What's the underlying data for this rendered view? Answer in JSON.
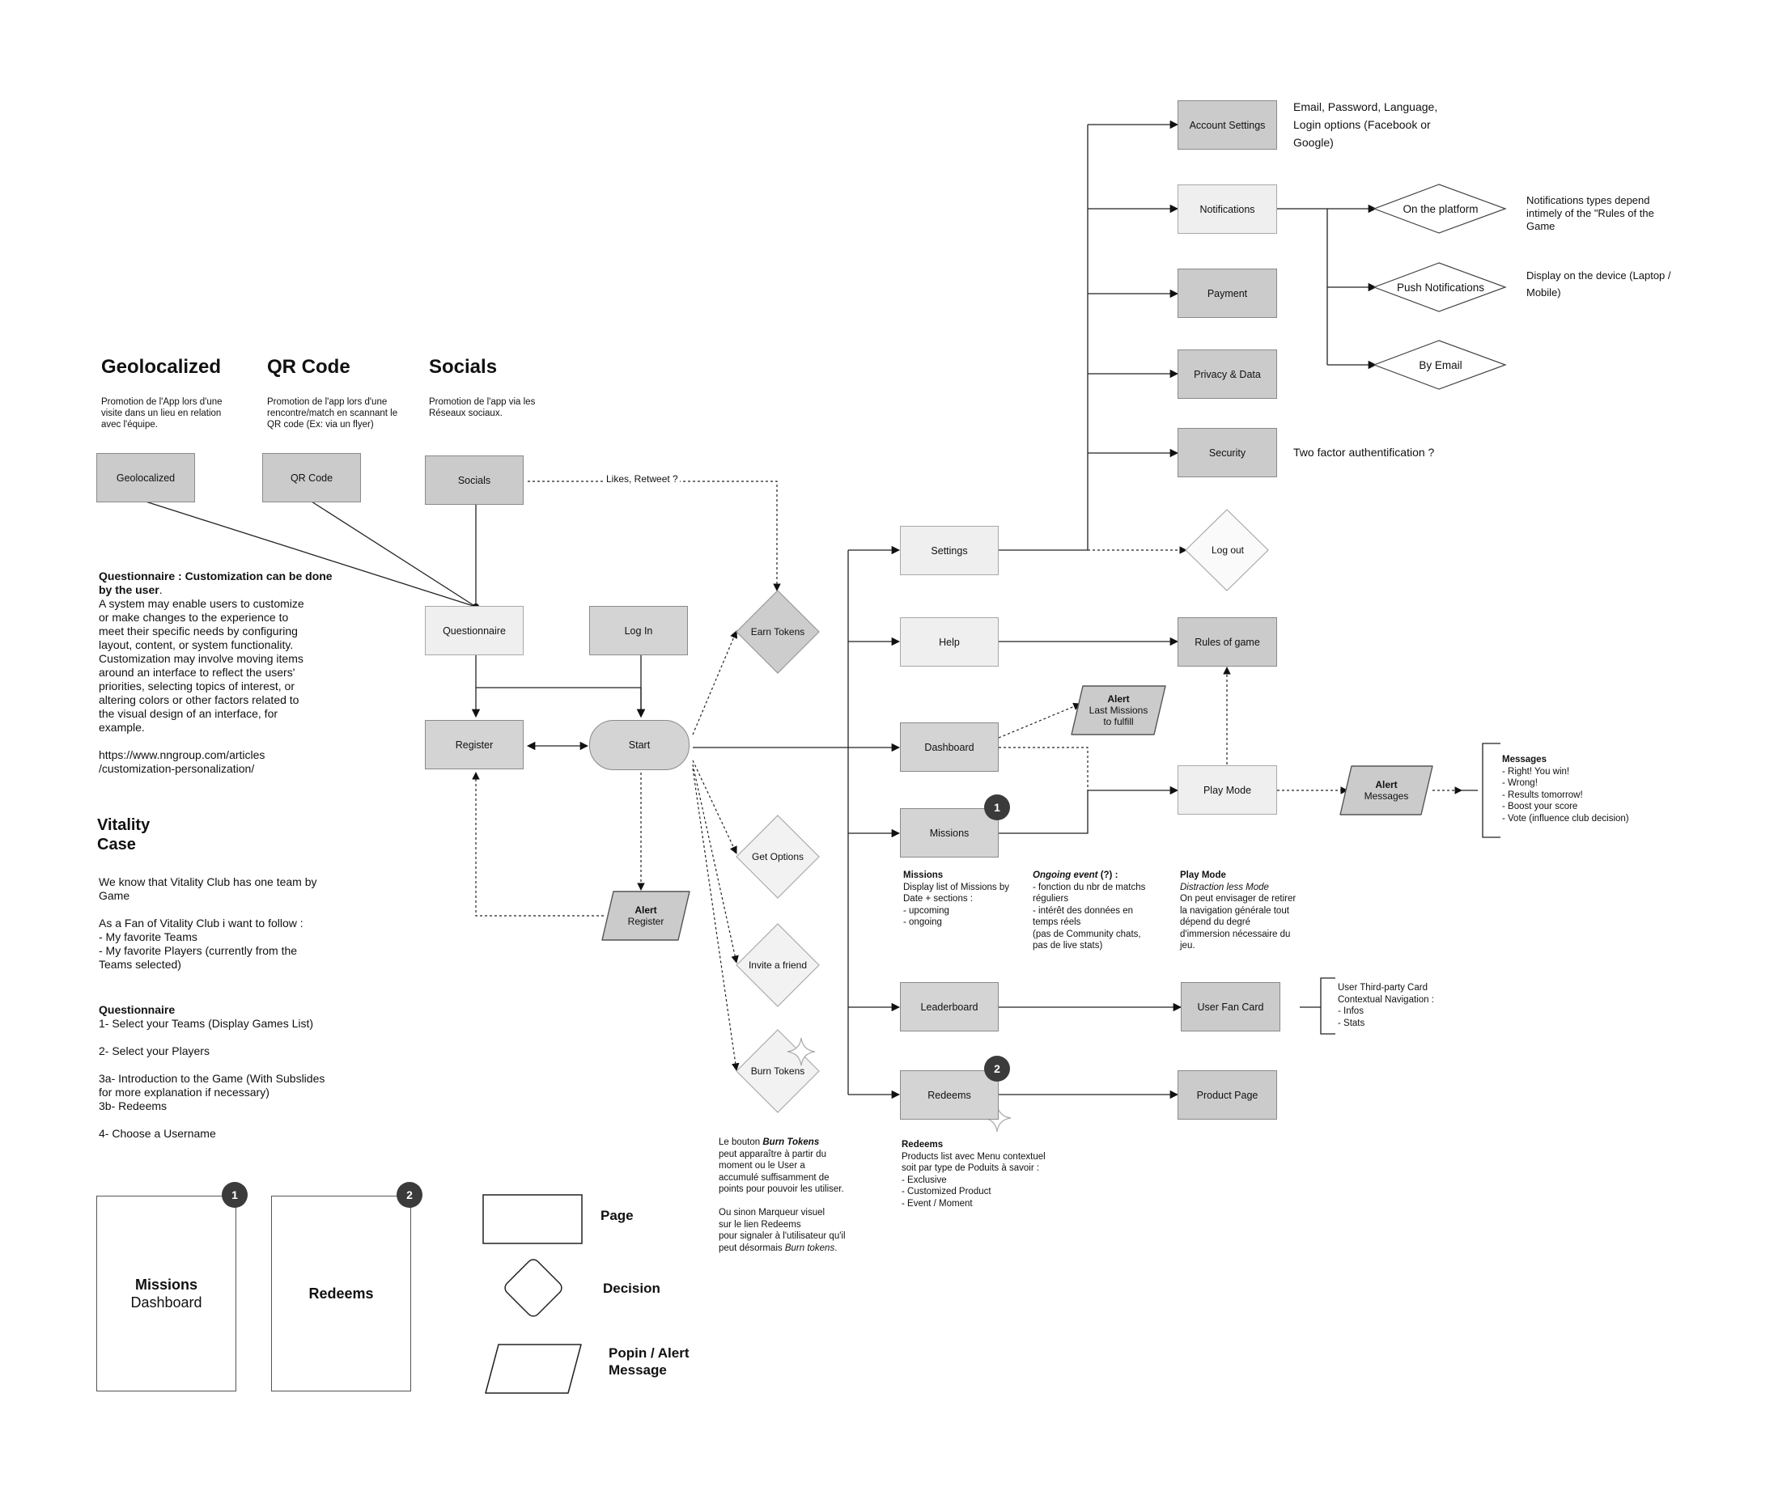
{
  "sources": {
    "geolocalized": {
      "heading": "Geolocalized",
      "description": "Promotion de l'App lors d'une visite dans un lieu en relation avec l'équipe.",
      "box": "Geolocalized"
    },
    "qrcode": {
      "heading": "QR Code",
      "description": "Promotion de l'app lors d'une rencontre/match en scannant le QR code (Ex: via un flyer)",
      "box": "QR Code"
    },
    "socials": {
      "heading": "Socials",
      "description": "Promotion de l'app via les Réseaux sociaux.",
      "box": "Socials"
    }
  },
  "edge_labels": {
    "likes_retweet": "Likes, Retweet ?"
  },
  "nodes": {
    "questionnaire": "Questionnaire",
    "login": "Log In",
    "register": "Register",
    "start": "Start",
    "alert_register": {
      "title": "Alert",
      "text": "Register"
    },
    "earn_tokens": "Earn Tokens",
    "get_options": "Get Options",
    "invite_friend": "Invite a friend",
    "burn_tokens": "Burn Tokens",
    "settings": "Settings",
    "help": "Help",
    "dashboard": "Dashboard",
    "missions": "Missions",
    "leaderboard": "Leaderboard",
    "redeems": "Redeems",
    "account_settings": "Account Settings",
    "notifications": "Notifications",
    "payment": "Payment",
    "privacy": "Privacy & Data",
    "security": "Security",
    "logout": "Log out",
    "rules": "Rules of game",
    "play_mode": "Play Mode",
    "user_fan_card": "User Fan Card",
    "product_page": "Product Page",
    "on_platform": "On the platform",
    "push_notifications": "Push Notifications",
    "by_email": "By Email",
    "alert_missions": {
      "title": "Alert",
      "text": "Last Missions\nto fulfill"
    },
    "alert_messages": {
      "title": "Alert",
      "text": "Messages"
    }
  },
  "badges": {
    "one": "1",
    "two": "2"
  },
  "notes": {
    "account": "Email, Password, Language,\nLogin options (Facebook or\nGoogle)",
    "notif_types": "Notifications types depend\nintimely of the \"Rules of the\nGame",
    "display_device": "Display on the device (Laptop /\nMobile)",
    "two_factor": "Two factor authentification ?",
    "messages_title": "Messages",
    "messages_list": "- Right! You win!\n- Wrong!\n- Results tomorrow!\n- Boost your score\n- Vote (influence club decision)",
    "missions_title": "Missions",
    "missions_text": "Display list of Missions by\nDate + sections :\n- upcoming\n- ongoing",
    "ongoing_title": "Ongoing event",
    "ongoing_suffix": " (?) :",
    "ongoing_text": "- fonction du nbr de matchs\nréguliers\n- intérêt des données en\ntemps réels\n(pas de Community chats,\npas de live stats)",
    "playmode_title": "Play Mode",
    "playmode_subtitle": "Distraction less Mode",
    "playmode_text": "On peut envisager de retirer\nla navigation générale tout\ndépend du degré\nd'immersion nécessaire du\njeu.",
    "fancard": "User Third-party Card\nContextual Navigation :\n- Infos\n- Stats",
    "redeems_title": "Redeems",
    "redeems_text": "Products list avec Menu contextuel\nsoit par type de Poduits à savoir :\n- Exclusive\n- Customized Product\n- Event / Moment",
    "burn_p1a": "Le bouton ",
    "burn_p1b": "Burn Tokens",
    "burn_p1c": "\npeut apparaître à partir du\nmoment ou le User a\naccumulé suffisamment de\npoints pour pouvoir les utiliser.",
    "burn_p2a": "Ou sinon Marqueur visuel\nsur le lien Redeems\npour signaler à l'utilisateur qu'il\npeut désormais ",
    "burn_p2b": "Burn tokens",
    "burn_p2c": "."
  },
  "left_text": {
    "questionnaire_title": "Questionnaire : Customization can be done by the user",
    "questionnaire_dot": ".",
    "questionnaire_body": "A system may enable users to customize\nor make changes to the experience to\nmeet their specific needs by configuring\nlayout, content, or system functionality.\nCustomization may involve moving items\naround an interface to reflect the users'\npriorities, selecting topics of interest, or\naltering colors or other factors related to\nthe visual design of an interface, for\nexample.\n\nhttps://www.nngroup.com/articles\n/customization-personalization/",
    "vitality_title": "Vitality\nCase",
    "vitality_body": "We know that Vitality Club has one team by\nGame\n\nAs a Fan of Vitality Club i want to follow :\n- My favorite Teams\n- My favorite Players (currently from the\nTeams selected)",
    "q_title": "Questionnaire",
    "q_steps": "1- Select your Teams (Display Games List)\n\n2- Select your Players\n\n3a- Introduction to the Game (With Subslides\nfor more explanation if necessary)\n3b- Redeems\n\n4- Choose a Username"
  },
  "cards": {
    "missions": {
      "title": "Missions",
      "sub": "Dashboard",
      "badge": "1"
    },
    "redeems": {
      "title": "Redeems",
      "badge": "2"
    }
  },
  "legend": {
    "page": "Page",
    "decision": "Decision",
    "popin": "Popin / Alert\nMessage"
  }
}
